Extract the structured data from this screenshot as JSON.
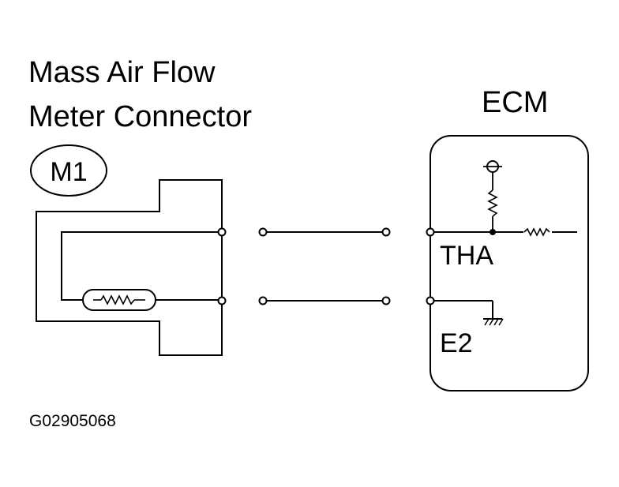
{
  "diagram": {
    "connector_title_line1": "Mass Air Flow",
    "connector_title_line2": "Meter Connector",
    "connector_id": "M1",
    "ecm_label": "ECM",
    "pin_tha": "THA",
    "pin_e2": "E2",
    "figure_code": "G02905068"
  },
  "colors": {
    "ink": "#000000",
    "background": "#ffffff"
  }
}
